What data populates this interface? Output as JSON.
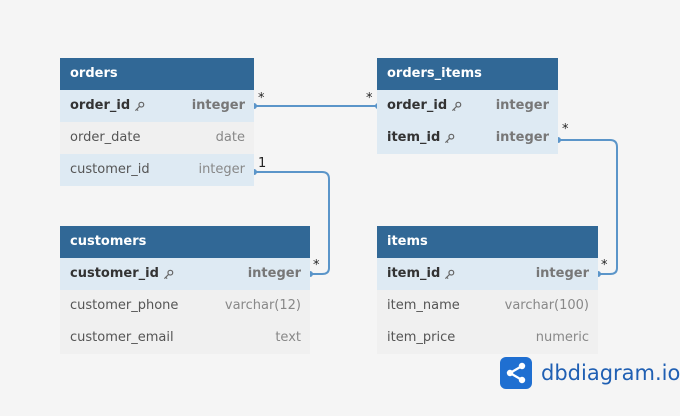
{
  "tables": {
    "orders": {
      "title": "orders",
      "fields": [
        {
          "name": "order_id",
          "type": "integer"
        },
        {
          "name": "order_date",
          "type": "date"
        },
        {
          "name": "customer_id",
          "type": "integer"
        }
      ]
    },
    "orders_items": {
      "title": "orders_items",
      "fields": [
        {
          "name": "order_id",
          "type": "integer"
        },
        {
          "name": "item_id",
          "type": "integer"
        }
      ]
    },
    "customers": {
      "title": "customers",
      "fields": [
        {
          "name": "customer_id",
          "type": "integer"
        },
        {
          "name": "customer_phone",
          "type": "varchar(12)"
        },
        {
          "name": "customer_email",
          "type": "text"
        }
      ]
    },
    "items": {
      "title": "items",
      "fields": [
        {
          "name": "item_id",
          "type": "integer"
        },
        {
          "name": "item_name",
          "type": "varchar(100)"
        },
        {
          "name": "item_price",
          "type": "numeric"
        }
      ]
    }
  },
  "relations": {
    "orders_to_orders_items": {
      "from": "*",
      "to": "*"
    },
    "orders_to_customers": {
      "from": "1",
      "to": "*"
    },
    "orders_items_to_items": {
      "from": "*",
      "to": "*"
    }
  },
  "brand": {
    "text": "dbdiagram.io"
  },
  "colors": {
    "header": "#316896",
    "line": "#5b95c9",
    "brand": "#1f6fd1"
  }
}
